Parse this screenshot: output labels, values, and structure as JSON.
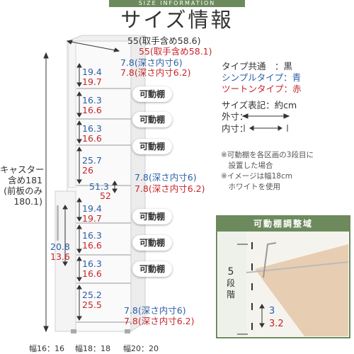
{
  "header": {
    "banner": "SIZE INFORMATION",
    "title": "サイズ情報"
  },
  "top_dims": {
    "width_black": "55(取手含め58.6)",
    "width_red": "55(取手含め58.1)",
    "depth_blue": "7.8(深さ内寸6)",
    "depth_red": "7.8(深さ内寸6.2)"
  },
  "height_label": {
    "line1": "キャスター",
    "line2": "含め181",
    "line3": "(前板のみ",
    "line4": "180.1)"
  },
  "upper_sections": [
    {
      "blue": "19.4",
      "red": "19.7"
    },
    {
      "blue": "16.3",
      "red": "16.6"
    },
    {
      "blue": "16.3",
      "red": "16.6"
    },
    {
      "blue": "25.7",
      "red": "26"
    }
  ],
  "lower_sections": [
    {
      "blue": "19.4",
      "red": "19.7"
    },
    {
      "blue": "16.3",
      "red": "16.6"
    },
    {
      "blue": "16.3",
      "red": "16.6"
    },
    {
      "blue": "25.2",
      "red": "25.5"
    }
  ],
  "middle_dims": {
    "depth_blue": "7.8(深さ内寸6)",
    "depth_red": "7.8(深さ内寸6.2)",
    "height_blue": "51.3",
    "height_red": "52"
  },
  "bottom_dims": {
    "depth_blue": "7.8(深さ内寸6)",
    "depth_red": "7.8(深さ内寸6.2)"
  },
  "door_dims": {
    "blue": "20.8",
    "red": "13.6"
  },
  "movable_shelf_label": "可動棚",
  "legend": {
    "common": "タイプ共通　：黒",
    "simple": "シンプルタイプ：青",
    "two_tone": "ツートンタイプ：赤",
    "unit": "サイズ表記：約cm",
    "outer": "外寸：",
    "inner": "内寸："
  },
  "notes": [
    "※可動棚を各区画の3段目に",
    "　設置した場合",
    "※イメージは幅18cm",
    "　ホワイトを使用"
  ],
  "detail": {
    "title": "可動棚調整域",
    "steps": [
      "5",
      "段",
      "階"
    ],
    "pitch_blue": "3",
    "pitch_red": "3.2"
  },
  "widths": [
    "幅16：16",
    "幅18：18",
    "幅20：20"
  ],
  "colors": {
    "black": "#333333",
    "blue": "#2a5ea8",
    "red": "#c8242a",
    "green": "#6d8a5c"
  }
}
